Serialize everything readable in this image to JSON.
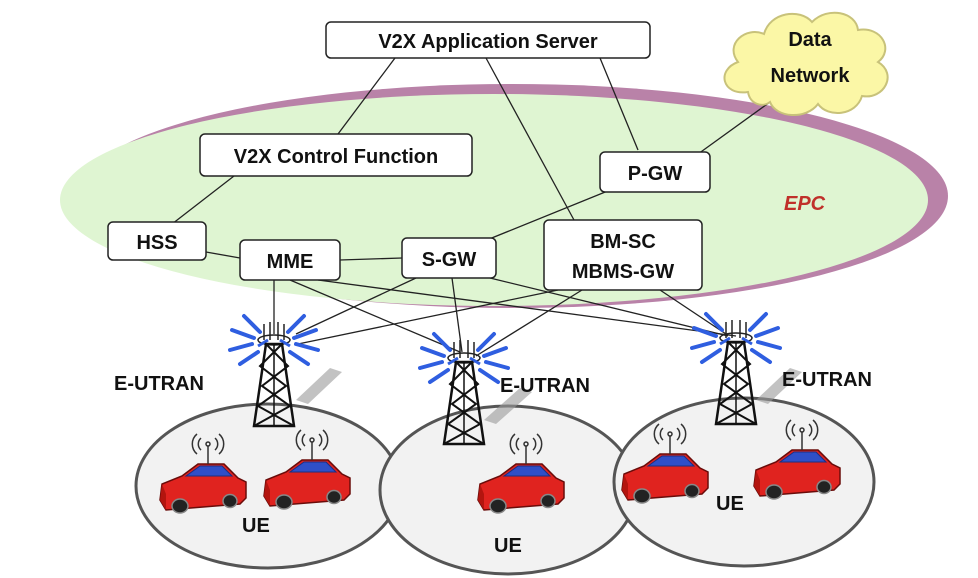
{
  "colors": {
    "epc_fill": "#dff5d2",
    "epc_ring": "#b982a8",
    "epc_label": "#c0302a",
    "cloud_fill": "#fbf7a6",
    "car_body": "#e0231f",
    "car_roof": "#2f4fc8",
    "antenna_waves": "#2f5ee0",
    "cell_fill": "#f2f2f2"
  },
  "epc": {
    "label": "EPC"
  },
  "data_network": {
    "line1": "Data",
    "line2": "Network"
  },
  "nodes": {
    "app_server": "V2X Application Server",
    "control_function": "V2X Control Function",
    "pgw": "P-GW",
    "hss": "HSS",
    "mme": "MME",
    "sgw": "S-GW",
    "bmsc_line1": "BM-SC",
    "bmsc_line2": "MBMS-GW"
  },
  "ran": {
    "left_label": "E-UTRAN",
    "middle_label": "E-UTRAN",
    "right_label": "E-UTRAN"
  },
  "ue": {
    "left_label": "UE",
    "middle_label": "UE",
    "right_label": "UE"
  },
  "icons": [
    "cloud-icon",
    "cell-tower-icon",
    "car-icon",
    "wireless-signal-icon"
  ]
}
